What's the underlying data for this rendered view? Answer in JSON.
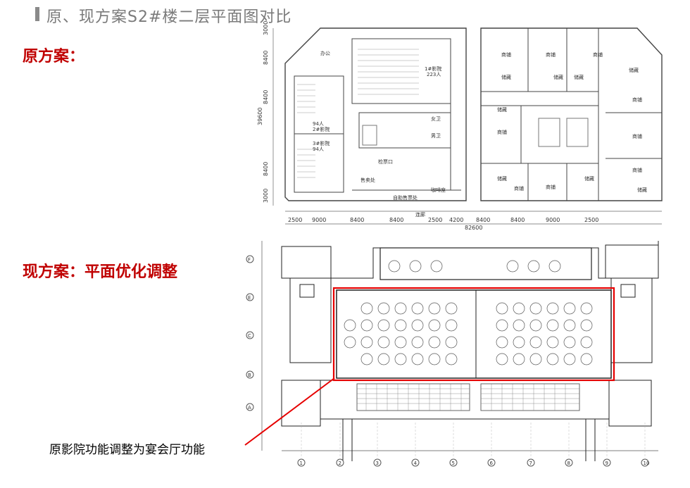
{
  "title": "原、现方案S2#楼二层平面图对比",
  "original_label": "原方案：",
  "current_label": "现方案：平面优化调整",
  "note": "原影院功能调整为宴会厅功能",
  "plan_original": {
    "dims_vertical": [
      "3000",
      "8400",
      "39600",
      "8400",
      "8400",
      "3000"
    ],
    "dims_horizontal": [
      "2500",
      "9000",
      "8400",
      "8400",
      "2500",
      "4200",
      "8400",
      "8400",
      "9000",
      "2500"
    ],
    "total_width": "82600",
    "rooms": {
      "office": "办公",
      "hall1": "1#影院",
      "hall1_seats": "223人",
      "hall2_seats": "94人",
      "hall2": "2#影院",
      "hall3": "3#影院",
      "hall3_seats": "94人",
      "female_wc": "女卫",
      "male_wc": "男卫",
      "ticket": "检票口",
      "sales": "售卖处",
      "self_ticket": "自助售票处",
      "cafe": "咖啡座",
      "corridor": "连廊",
      "shop": "商铺",
      "storage": "储藏"
    }
  },
  "plan_current": {
    "grid_bottom": [
      "1",
      "2",
      "3",
      "4",
      "5",
      "6",
      "7",
      "8",
      "9",
      "10"
    ],
    "grid_left": [
      "F",
      "E",
      "C",
      "B",
      "A"
    ]
  }
}
